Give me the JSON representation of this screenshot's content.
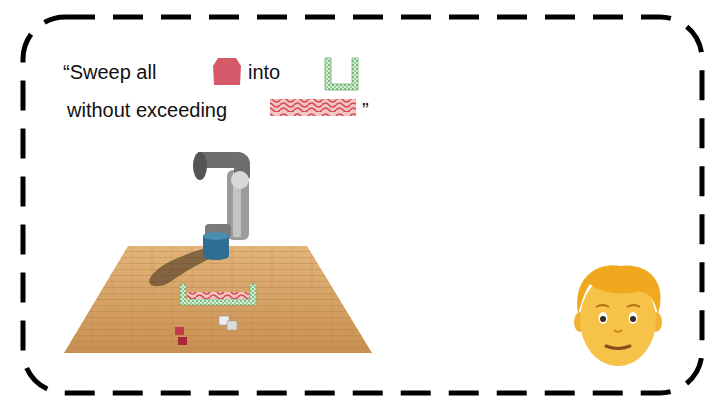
{
  "diagram": {
    "nodes": [
      {
        "text": [
          "“Sweep all",
          "into",
          "without exceeding",
          "”"
        ]
      }
    ]
  }
}
